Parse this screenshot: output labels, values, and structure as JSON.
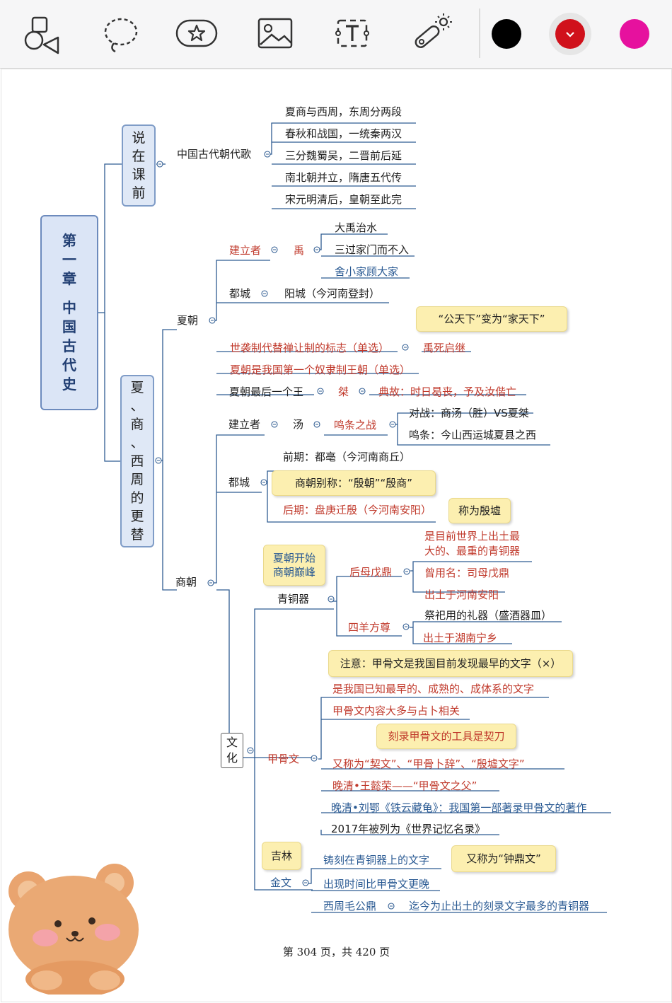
{
  "toolbar": {
    "tools": [
      {
        "name": "shapes-tool",
        "icon": "shapes-icon"
      },
      {
        "name": "lasso-tool",
        "icon": "lasso-icon"
      },
      {
        "name": "sticker-tool",
        "icon": "star-bubble-icon"
      },
      {
        "name": "image-tool",
        "icon": "image-icon"
      },
      {
        "name": "text-tool",
        "icon": "text-box-icon"
      },
      {
        "name": "laser-pointer-tool",
        "icon": "laser-pointer-icon"
      }
    ],
    "colors": {
      "black": "#000000",
      "red": "#d0111b",
      "magenta": "#e6119e"
    },
    "selected_color": "red"
  },
  "mindmap": {
    "chapter": [
      "第",
      "一",
      "章",
      "",
      "中",
      "国",
      "古",
      "代",
      "史"
    ],
    "intro": {
      "title": [
        "说",
        "在",
        "课",
        "前"
      ],
      "song_label": "中国古代朝代歌",
      "lines": [
        "夏商与西周，东周分两段",
        "春秋和战国，一统秦两汉",
        "三分魏蜀吴，二晋前后延",
        "南北朝并立，隋唐五代传",
        "宋元明清后，皇朝至此完"
      ]
    },
    "section2": {
      "title": [
        "夏",
        "、",
        "商",
        "、",
        "西",
        "周",
        "的",
        "更",
        "替"
      ],
      "xia": {
        "label": "夏朝",
        "founder_label": "建立者",
        "founder": "禹",
        "founder_items": [
          "大禹治水",
          "三过家门而不入",
          "舍小家顾大家"
        ],
        "capital_label": "都城",
        "capital": "阳城（今河南登封）",
        "note_tianxia": "“公天下”变为“家天下”",
        "hereditary_label": "世袭制代替禅让制的标志（单选）",
        "hereditary_value": "禹死启继",
        "slave_state": "夏朝是我国第一个奴隶制王朝（单选）",
        "last_king_label": "夏朝最后一个王",
        "last_king": "桀",
        "allusion": "典故：时日曷丧，予及汝偕亡"
      },
      "shang": {
        "label": "商朝",
        "founder_label": "建立者",
        "founder": "汤",
        "battle": "鸣条之战",
        "battle_items": [
          "对战：商汤（胜）VS夏桀",
          "鸣条：今山西运城夏县之西"
        ],
        "capital_label": "都城",
        "early": "前期：都亳（今河南商丘）",
        "note_alias": "商朝别称：“殷朝”“殷商”",
        "late": "后期：盘庚迁殷（今河南安阳）",
        "note_yinxu": "称为殷墟",
        "culture": {
          "title": [
            "文",
            "化"
          ],
          "bronze_label": "青铜器",
          "note_bronze": [
            "夏朝开始",
            "商朝巅峰"
          ],
          "houmu_label": "后母戊鼎",
          "houmu_items": [
            "是目前世界上出土最",
            "大的、最重的青铜器",
            "曾用名：司母戊鼎",
            "出土于河南安阳"
          ],
          "siyang_label": "四羊方尊",
          "siyang_items": [
            "祭祀用的礼器（盛酒器皿）",
            "出土于湖南宁乡"
          ],
          "note_oracle_warning": "注意：甲骨文是我国目前发现最早的文字（×）",
          "oracle_label": "甲骨文",
          "oracle_items": [
            "是我国已知最早的、成熟的、成体系的文字",
            "甲骨文内容大多与占卜相关",
            "又称为“契文”、“甲骨卜辞”、“殷墟文字”",
            "晚清•王懿荣——“甲骨文之父”",
            "晚清•刘鄂《铁云藏龟》：我国第一部著录甲骨文的著作",
            "2017年被列为《世界记忆名录》"
          ],
          "note_tool": "刻录甲骨文的工具是契刀",
          "jinwen_label": "金文",
          "note_jilin": "吉林",
          "jinwen_items": [
            "铸刻在青铜器上的文字",
            "出现时间比甲骨文更晚",
            "西周毛公鼎"
          ],
          "note_zhongding": "又称为“钟鼎文”",
          "maogong": "迄今为止出土的刻录文字最多的青铜器"
        }
      }
    }
  },
  "footer": "第 304 页，共 420 页"
}
